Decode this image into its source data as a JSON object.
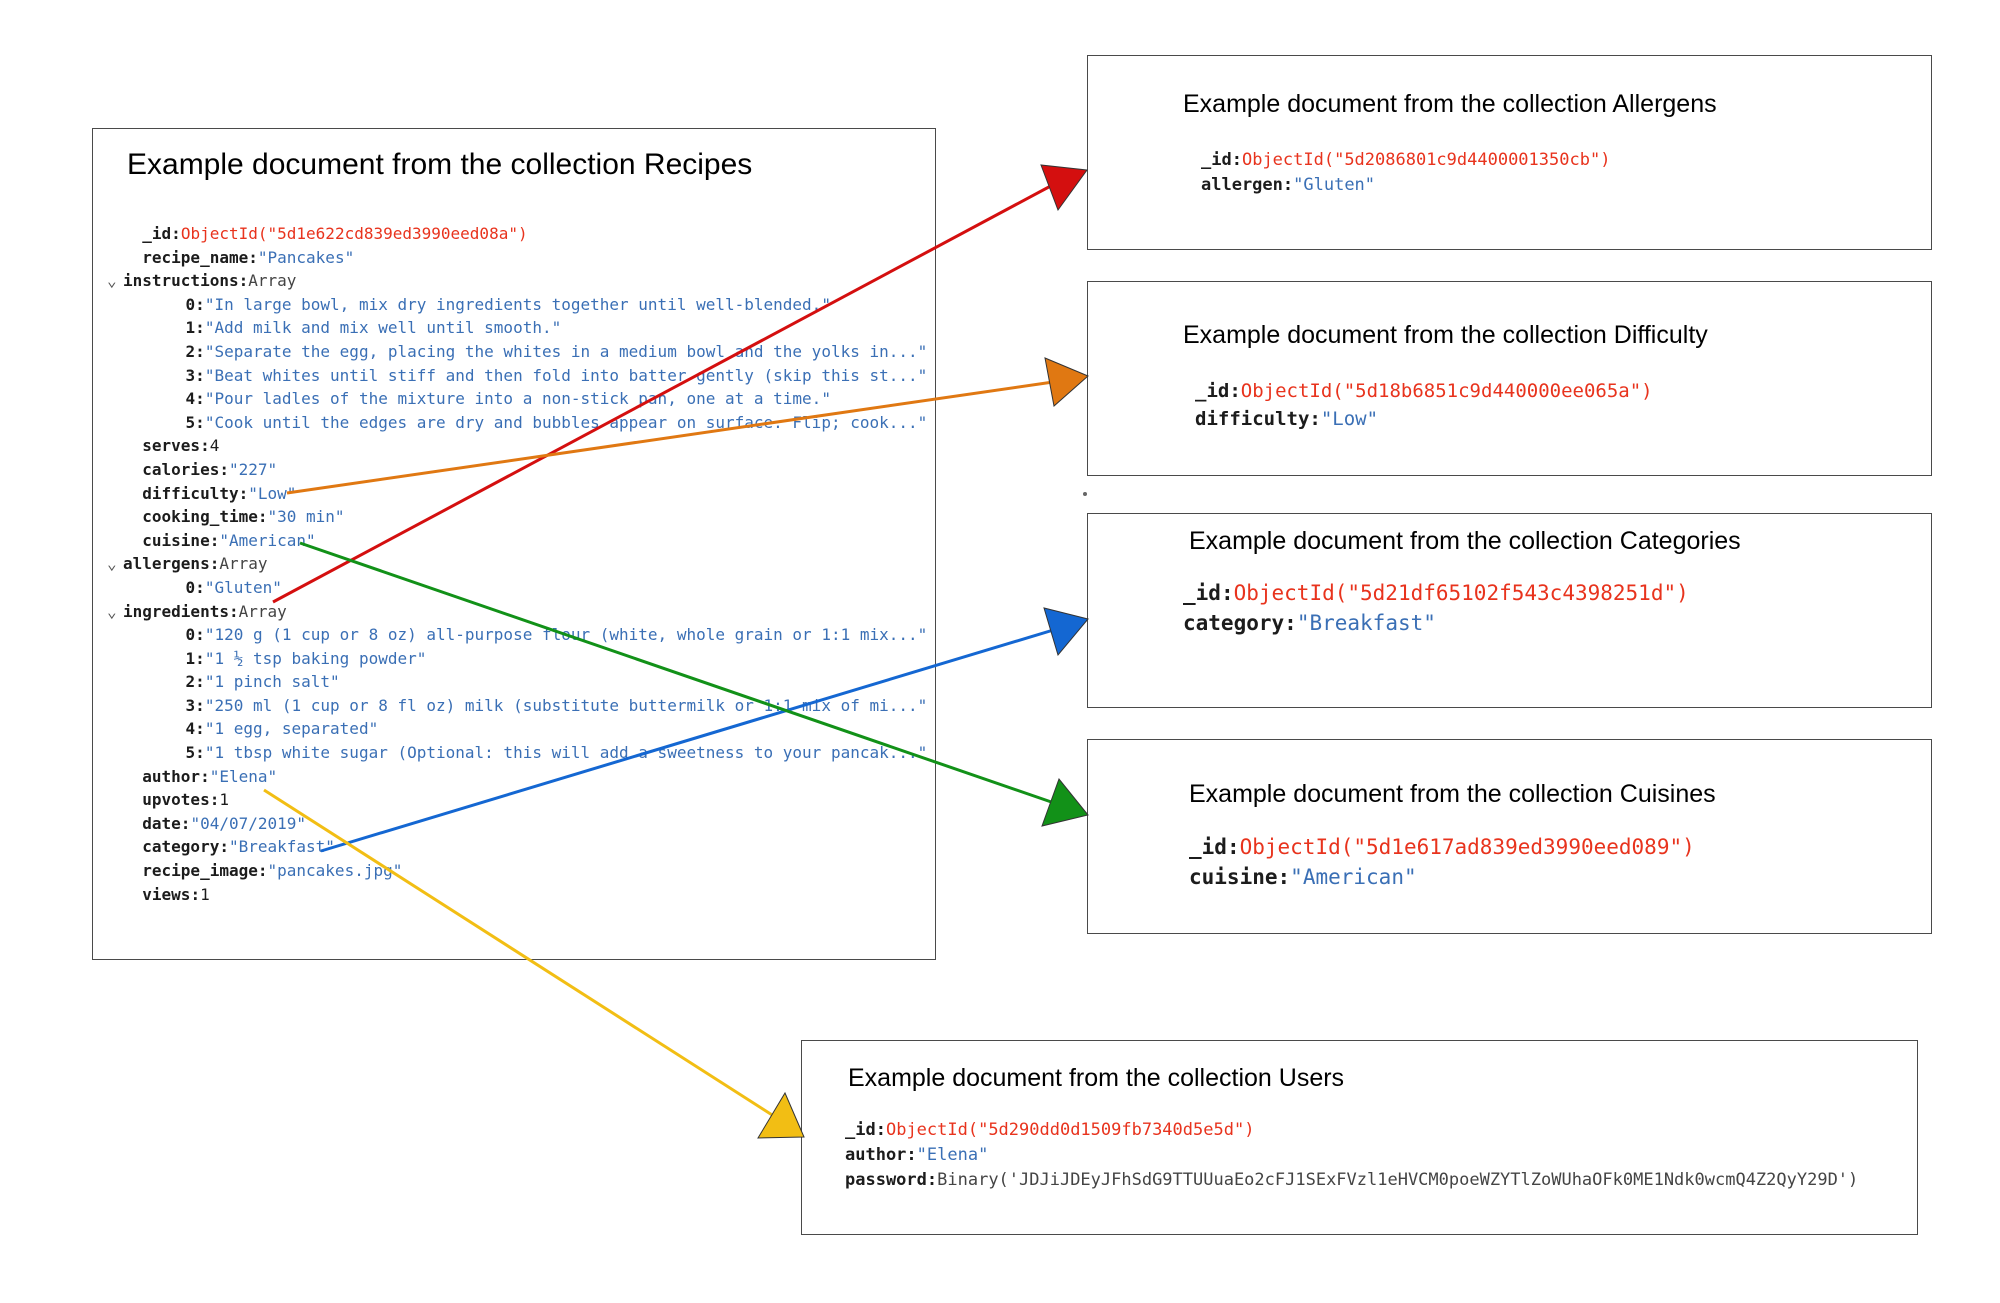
{
  "recipes": {
    "title": "Example document from the collection Recipes",
    "lines": [
      {
        "indent": 0,
        "chev": false,
        "key": "_id",
        "type": "oid",
        "value": "ObjectId(\"5d1e622cd839ed3990eed08a\")"
      },
      {
        "indent": 0,
        "chev": false,
        "key": "recipe_name",
        "type": "str",
        "value": "\"Pancakes\""
      },
      {
        "indent": 0,
        "chev": true,
        "key": "instructions",
        "type": "type",
        "value": "Array"
      },
      {
        "indent": 1,
        "chev": false,
        "key": "0",
        "type": "str",
        "value": "\"In large bowl, mix dry ingredients together until well-blended.\""
      },
      {
        "indent": 1,
        "chev": false,
        "key": "1",
        "type": "str",
        "value": "\"Add milk and mix well until smooth.\""
      },
      {
        "indent": 1,
        "chev": false,
        "key": "2",
        "type": "str",
        "value": "\"Separate the egg, placing the whites in a medium bowl and the yolks in...\""
      },
      {
        "indent": 1,
        "chev": false,
        "key": "3",
        "type": "str",
        "value": "\"Beat whites until stiff and then fold into batter gently (skip this st...\""
      },
      {
        "indent": 1,
        "chev": false,
        "key": "4",
        "type": "str",
        "value": "\"Pour ladles of the mixture into a non-stick pan, one at a time.\""
      },
      {
        "indent": 1,
        "chev": false,
        "key": "5",
        "type": "str",
        "value": "\"Cook until the edges are dry and bubbles appear on surface. Flip; cook...\""
      },
      {
        "indent": 0,
        "chev": false,
        "key": "serves",
        "type": "num",
        "value": "4"
      },
      {
        "indent": 0,
        "chev": false,
        "key": "calories",
        "type": "str",
        "value": "\"227\""
      },
      {
        "indent": 0,
        "chev": false,
        "key": "difficulty",
        "type": "str",
        "value": "\"Low\""
      },
      {
        "indent": 0,
        "chev": false,
        "key": "cooking_time",
        "type": "str",
        "value": "\"30 min\""
      },
      {
        "indent": 0,
        "chev": false,
        "key": "cuisine",
        "type": "str",
        "value": "\"American\""
      },
      {
        "indent": 0,
        "chev": true,
        "key": "allergens",
        "type": "type",
        "value": "Array"
      },
      {
        "indent": 1,
        "chev": false,
        "key": "0",
        "type": "str",
        "value": "\"Gluten\""
      },
      {
        "indent": 0,
        "chev": true,
        "key": "ingredients",
        "type": "type",
        "value": "Array"
      },
      {
        "indent": 1,
        "chev": false,
        "key": "0",
        "type": "str",
        "value": "\"120 g (1 cup or 8 oz) all-purpose flour (white, whole grain or 1:1 mix...\""
      },
      {
        "indent": 1,
        "chev": false,
        "key": "1",
        "type": "str",
        "value": "\"1 ½ tsp baking powder\""
      },
      {
        "indent": 1,
        "chev": false,
        "key": "2",
        "type": "str",
        "value": "\"1 pinch salt\""
      },
      {
        "indent": 1,
        "chev": false,
        "key": "3",
        "type": "str",
        "value": "\"250 ml (1 cup or 8 fl oz) milk (substitute buttermilk or 1:1 mix of mi...\""
      },
      {
        "indent": 1,
        "chev": false,
        "key": "4",
        "type": "str",
        "value": "\"1 egg, separated\""
      },
      {
        "indent": 1,
        "chev": false,
        "key": "5",
        "type": "str",
        "value": "\"1 tbsp white sugar (Optional: this will add a sweetness to your pancak...\""
      },
      {
        "indent": 0,
        "chev": false,
        "key": "author",
        "type": "str",
        "value": "\"Elena\""
      },
      {
        "indent": 0,
        "chev": false,
        "key": "upvotes",
        "type": "num",
        "value": "1"
      },
      {
        "indent": 0,
        "chev": false,
        "key": "date",
        "type": "str",
        "value": "\"04/07/2019\""
      },
      {
        "indent": 0,
        "chev": false,
        "key": "category",
        "type": "str",
        "value": "\"Breakfast\""
      },
      {
        "indent": 0,
        "chev": false,
        "key": "recipe_image",
        "type": "str",
        "value": "\"pancakes.jpg\""
      },
      {
        "indent": 0,
        "chev": false,
        "key": "views",
        "type": "num",
        "value": "1"
      }
    ]
  },
  "allergens": {
    "title": "Example document from the collection Allergens",
    "lines": [
      {
        "key": "_id",
        "type": "oid",
        "value": "ObjectId(\"5d2086801c9d4400001350cb\")"
      },
      {
        "key": "allergen",
        "type": "str",
        "value": "\"Gluten\""
      }
    ]
  },
  "difficulty": {
    "title": "Example document from the collection Difficulty",
    "lines": [
      {
        "key": "_id",
        "type": "oid",
        "value": "ObjectId(\"5d18b6851c9d440000ee065a\")"
      },
      {
        "key": "difficulty",
        "type": "str",
        "value": "\"Low\""
      }
    ]
  },
  "categories": {
    "title": "Example document from the collection Categories",
    "lines": [
      {
        "key": "_id",
        "type": "oid",
        "value": "ObjectId(\"5d21df65102f543c4398251d\")"
      },
      {
        "key": "category",
        "type": "str",
        "value": "\"Breakfast\""
      }
    ]
  },
  "cuisines": {
    "title": "Example document from the collection Cuisines",
    "lines": [
      {
        "key": "_id",
        "type": "oid",
        "value": "ObjectId(\"5d1e617ad839ed3990eed089\")"
      },
      {
        "key": "cuisine",
        "type": "str",
        "value": "\"American\""
      }
    ]
  },
  "users": {
    "title": "Example document from the collection Users",
    "lines": [
      {
        "key": "_id",
        "type": "oid",
        "value": "ObjectId(\"5d290dd0d1509fb7340d5e5d\")"
      },
      {
        "key": "author",
        "type": "str",
        "value": "\"Elena\""
      },
      {
        "key": "password",
        "type": "type",
        "value": "Binary('JDJiJDEyJFhSdG9TTUUuaEo2cFJ1SExFVzl1eHVCM0poeWZYTlZoWUhaOFk0ME1Ndk0wcmQ4Z2QyY29D')"
      }
    ]
  },
  "colors": {
    "allergens_arrow": "#d40f0f",
    "difficulty_arrow": "#e07812",
    "categories_arrow": "#1467d2",
    "cuisines_arrow": "#129118",
    "users_arrow": "#f2be14"
  }
}
